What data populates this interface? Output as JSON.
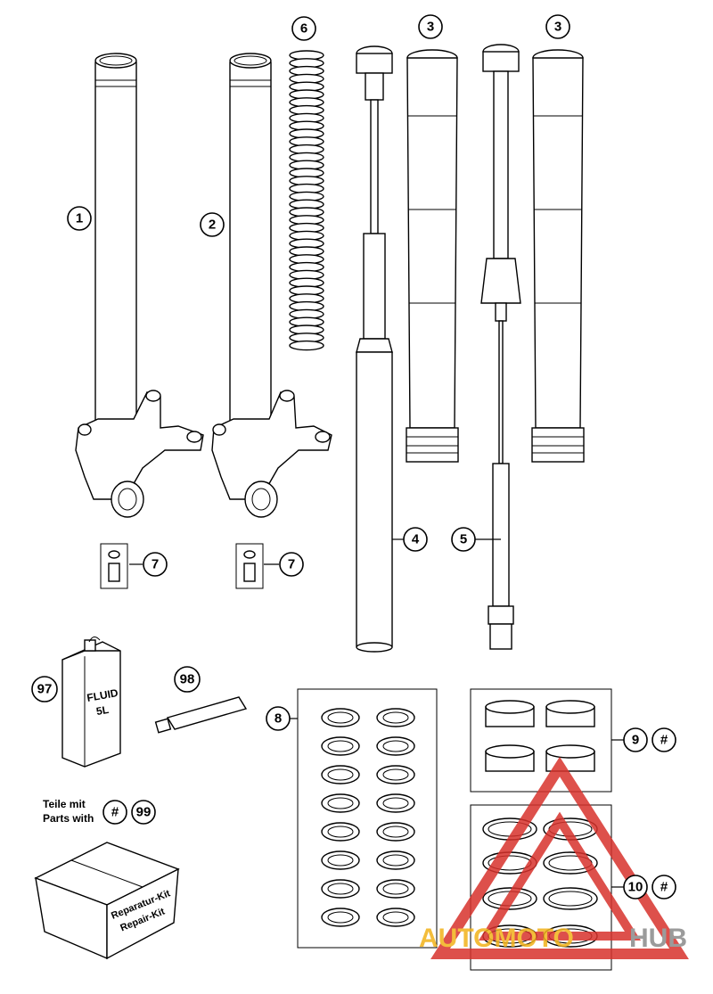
{
  "diagram": {
    "callouts": {
      "c1": "1",
      "c2": "2",
      "c3a": "3",
      "c3b": "3",
      "c4": "4",
      "c5": "5",
      "c6": "6",
      "c7a": "7",
      "c7b": "7",
      "c8": "8",
      "c9": "9",
      "c9hash": "#",
      "c10": "10",
      "c10hash": "#",
      "c97": "97",
      "c98": "98",
      "c99hash": "#",
      "c99": "99"
    },
    "legend": {
      "line1": "Teile mit",
      "line2": "Parts with"
    },
    "can_label": {
      "line1": "FLUID",
      "line2": "5L"
    },
    "kit_label": {
      "line1": "Reparatur-Kit",
      "line2": "Repair-Kit"
    },
    "watermark": {
      "text_a": "AUTOMOTO",
      "text_b": "HUB",
      "color_a": "#f2b21a",
      "color_b": "#8a8a8a",
      "triangle_color": "#d8322c"
    }
  }
}
